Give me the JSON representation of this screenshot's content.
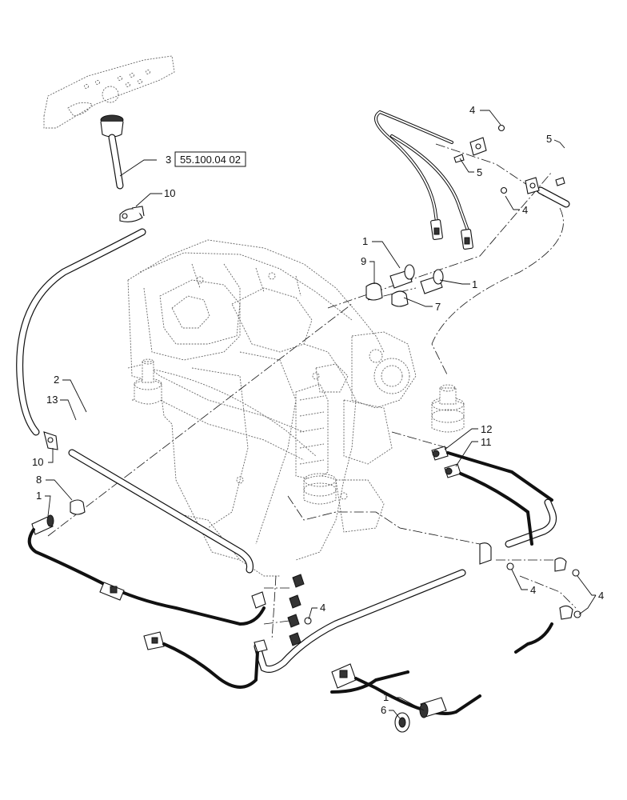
{
  "diagram": {
    "reference": "55.100.04 02",
    "callouts": [
      {
        "id": "c3",
        "text": "3"
      },
      {
        "id": "c10a",
        "text": "10"
      },
      {
        "id": "c4a",
        "text": "4"
      },
      {
        "id": "c5a",
        "text": "5"
      },
      {
        "id": "c5b",
        "text": "5"
      },
      {
        "id": "c4b",
        "text": "4"
      },
      {
        "id": "c1a",
        "text": "1"
      },
      {
        "id": "c9",
        "text": "9"
      },
      {
        "id": "c1b",
        "text": "1"
      },
      {
        "id": "c7",
        "text": "7"
      },
      {
        "id": "c2",
        "text": "2"
      },
      {
        "id": "c13",
        "text": "13"
      },
      {
        "id": "c10b",
        "text": "10"
      },
      {
        "id": "c8",
        "text": "8"
      },
      {
        "id": "c1c",
        "text": "1"
      },
      {
        "id": "c12",
        "text": "12"
      },
      {
        "id": "c11",
        "text": "11"
      },
      {
        "id": "c4c",
        "text": "4"
      },
      {
        "id": "c4d",
        "text": "4"
      },
      {
        "id": "c4e",
        "text": "4"
      },
      {
        "id": "c1d",
        "text": "1"
      },
      {
        "id": "c6",
        "text": "6"
      }
    ]
  }
}
